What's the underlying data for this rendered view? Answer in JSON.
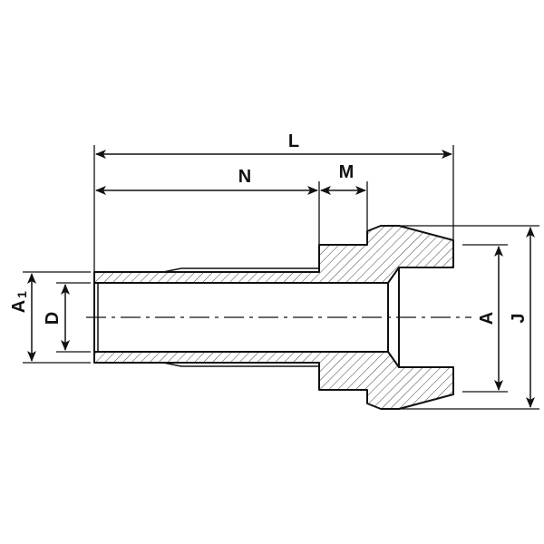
{
  "dimensions": {
    "L": "L",
    "N": "N",
    "M": "M",
    "A1_main": "A",
    "A1_sub": "1",
    "D": "D",
    "A": "A",
    "J": "J"
  },
  "colors": {
    "line": "#111111",
    "hatch": "#444444",
    "background": "#ffffff"
  }
}
